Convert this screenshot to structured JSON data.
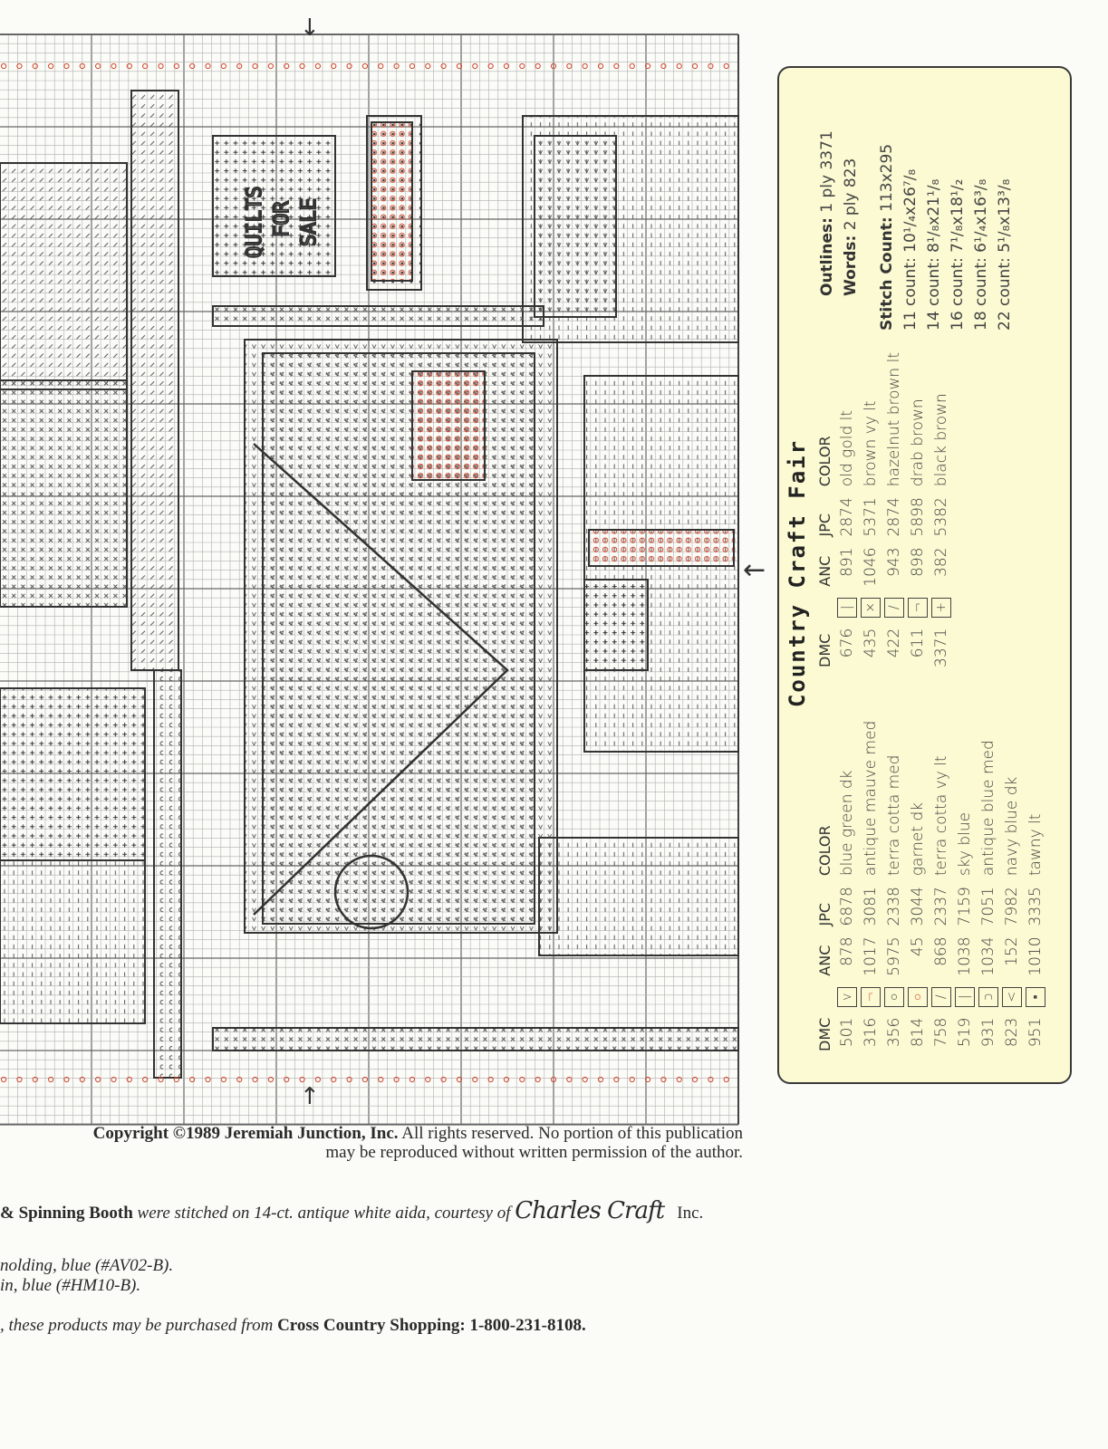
{
  "chart": {
    "sign_text": [
      "QUILTS",
      "FOR",
      "SALE"
    ],
    "symbol_colors": {
      "outline": "#333333",
      "grid": "#9a9a9a",
      "red_symbol": "#d0482c"
    }
  },
  "legend": {
    "title": "Country Craft Fair",
    "background": "#fbfad2",
    "headers": {
      "dmc": "DMC",
      "anc": "ANC",
      "jpc": "JPC",
      "color": "COLOR"
    },
    "left_rows": [
      {
        "dmc": "501",
        "symbol": "v",
        "red": false,
        "anc": "878",
        "jpc": "6878",
        "color": "blue green dk"
      },
      {
        "dmc": "316",
        "symbol": "¬",
        "red": true,
        "anc": "1017",
        "jpc": "3081",
        "color": "antique mauve med"
      },
      {
        "dmc": "356",
        "symbol": "○",
        "red": false,
        "anc": "5975",
        "jpc": "2338",
        "color": "terra cotta med"
      },
      {
        "dmc": "814",
        "symbol": "○",
        "red": true,
        "anc": "45",
        "jpc": "3044",
        "color": "garnet dk"
      },
      {
        "dmc": "758",
        "symbol": "/",
        "red": false,
        "anc": "868",
        "jpc": "2337",
        "color": "terra cotta vy lt"
      },
      {
        "dmc": "519",
        "symbol": "|",
        "red": false,
        "anc": "1038",
        "jpc": "7159",
        "color": "sky blue"
      },
      {
        "dmc": "931",
        "symbol": "ɔ",
        "red": false,
        "anc": "1034",
        "jpc": "7051",
        "color": "antique blue med"
      },
      {
        "dmc": "823",
        "symbol": "<",
        "red": false,
        "anc": "152",
        "jpc": "7982",
        "color": "navy blue dk"
      },
      {
        "dmc": "951",
        "symbol": "▪",
        "red": false,
        "anc": "1010",
        "jpc": "3335",
        "color": "tawny lt"
      }
    ],
    "right_rows": [
      {
        "dmc": "676",
        "symbol": "|",
        "anc": "891",
        "jpc": "2874",
        "color": "old gold lt"
      },
      {
        "dmc": "435",
        "symbol": "×",
        "anc": "1046",
        "jpc": "5371",
        "color": "brown vy lt"
      },
      {
        "dmc": "422",
        "symbol": "/",
        "anc": "943",
        "jpc": "2874",
        "color": "hazelnut brown lt"
      },
      {
        "dmc": "611",
        "symbol": "¬",
        "anc": "898",
        "jpc": "5898",
        "color": "drab brown"
      },
      {
        "dmc": "3371",
        "symbol": "+",
        "anc": "382",
        "jpc": "5382",
        "color": "black brown"
      }
    ],
    "outlines_label": "Outlines:",
    "outlines_value": "1 ply 3371",
    "words_label": "Words:",
    "words_value": "2 ply 823",
    "stitch_count_label": "Stitch Count:",
    "stitch_count_value": "113x295",
    "sizes": [
      "11 count: 10¹/₄x26⁷/₈",
      "14 count: 8¹/₈x21¹/₈",
      "16 count: 7¹/₈x18¹/₂",
      "18 count: 6¹/₄x16³/₈",
      "22 count: 5¹/₈x13³/₈"
    ]
  },
  "copyright": {
    "bold": "Copyright ©1989 Jeremiah Junction, Inc.",
    "rest": " All rights reserved. No portion of this publication may be reproduced without written permission of the author."
  },
  "credits": {
    "bold": "& Spinning Booth",
    "italic": " were stitched on 14-ct. antique white aida, courtesy of ",
    "logo": "Charles Craft",
    "suffix": "Inc."
  },
  "notes": {
    "line1": "nolding, blue (#AV02-B).",
    "line2": "in, blue (#HM10-B).",
    "line3_italic": ", these products may be purchased from ",
    "line3_bold": "Cross Country Shopping: 1-800-231-8108."
  }
}
